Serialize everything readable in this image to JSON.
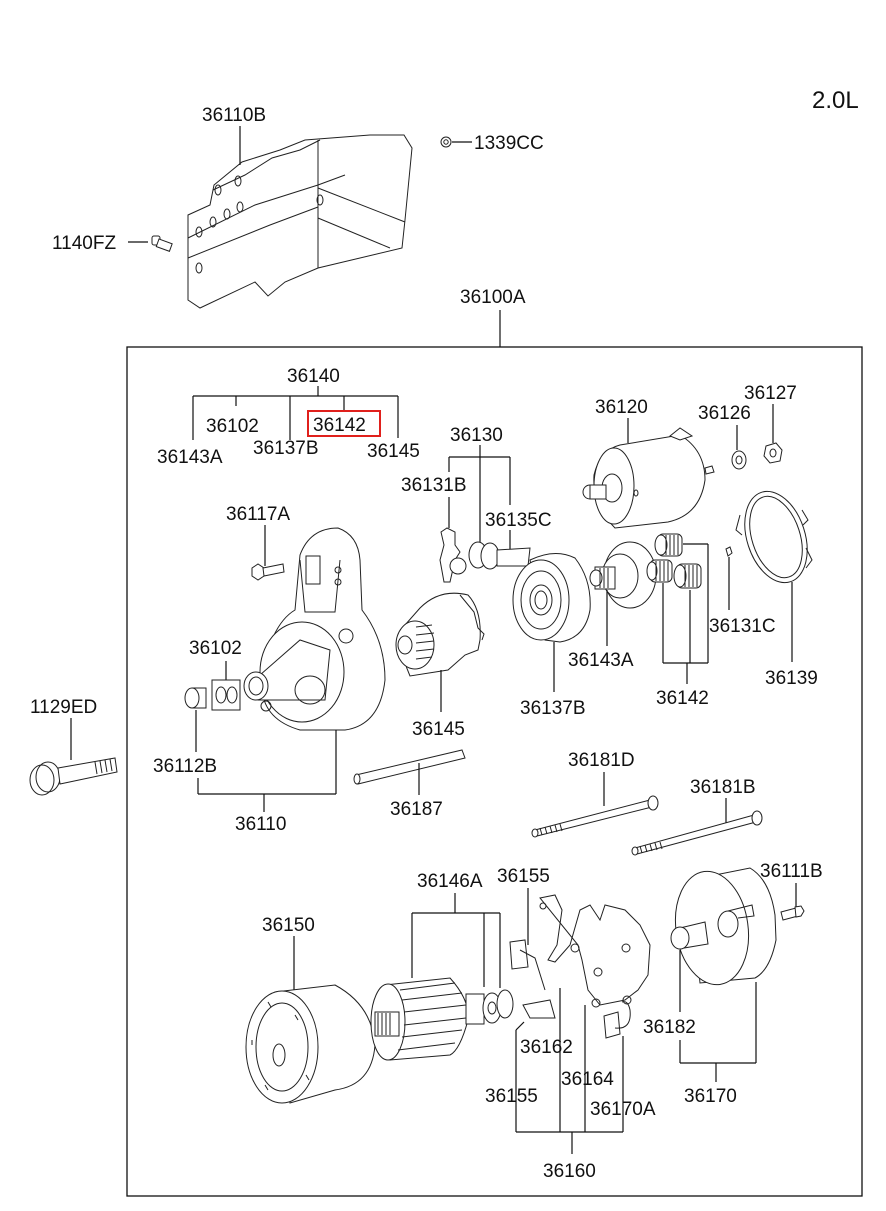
{
  "diagram": {
    "title": "Starter Motor Exploded Parts Diagram",
    "engine_label": "2.0L",
    "highlight_color": "#e0201c",
    "highlighted_part": "36142",
    "assembly_label": "36100A",
    "labels": {
      "p36110B": "36110B",
      "p1339CC": "1339CC",
      "p1140FZ": "1140FZ",
      "p36100A": "36100A",
      "p36140": "36140",
      "p36102_top": "36102",
      "p36142_top": "36142",
      "p36143A_top": "36143A",
      "p36137B_top": "36137B",
      "p36145_top": "36145",
      "p36130": "36130",
      "p36131B": "36131B",
      "p36135C": "36135C",
      "p36120": "36120",
      "p36126": "36126",
      "p36127": "36127",
      "p36117A": "36117A",
      "p36102": "36102",
      "p36112B": "36112B",
      "p36110": "36110",
      "p36145": "36145",
      "p36187": "36187",
      "p36137B": "36137B",
      "p36143A": "36143A",
      "p36142": "36142",
      "p36131C": "36131C",
      "p36139": "36139",
      "p1129ED": "1129ED",
      "p36181D": "36181D",
      "p36181B": "36181B",
      "p36146A": "36146A",
      "p36155_top": "36155",
      "p36150": "36150",
      "p36111B": "36111B",
      "p36162": "36162",
      "p36164": "36164",
      "p36155_bot": "36155",
      "p36170A": "36170A",
      "p36160": "36160",
      "p36182": "36182",
      "p36170": "36170"
    },
    "groups": [
      {
        "parent": "36140",
        "children": [
          "36143A",
          "36102",
          "36137B",
          "36142",
          "36145"
        ]
      },
      {
        "parent": "36130",
        "children": [
          "36131B",
          "36135C"
        ]
      },
      {
        "parent": "36110",
        "children": [
          "36112B",
          "36102"
        ]
      },
      {
        "parent": "36142",
        "children": [
          "planet-gear-1",
          "planet-gear-2",
          "planet-gear-3"
        ]
      },
      {
        "parent": "36146A",
        "children": [
          "armature",
          "bearing"
        ]
      },
      {
        "parent": "36160",
        "children": [
          "36155",
          "36162",
          "36164",
          "36170A"
        ]
      },
      {
        "parent": "36170",
        "children": [
          "36182",
          "rear-cover"
        ]
      }
    ]
  }
}
